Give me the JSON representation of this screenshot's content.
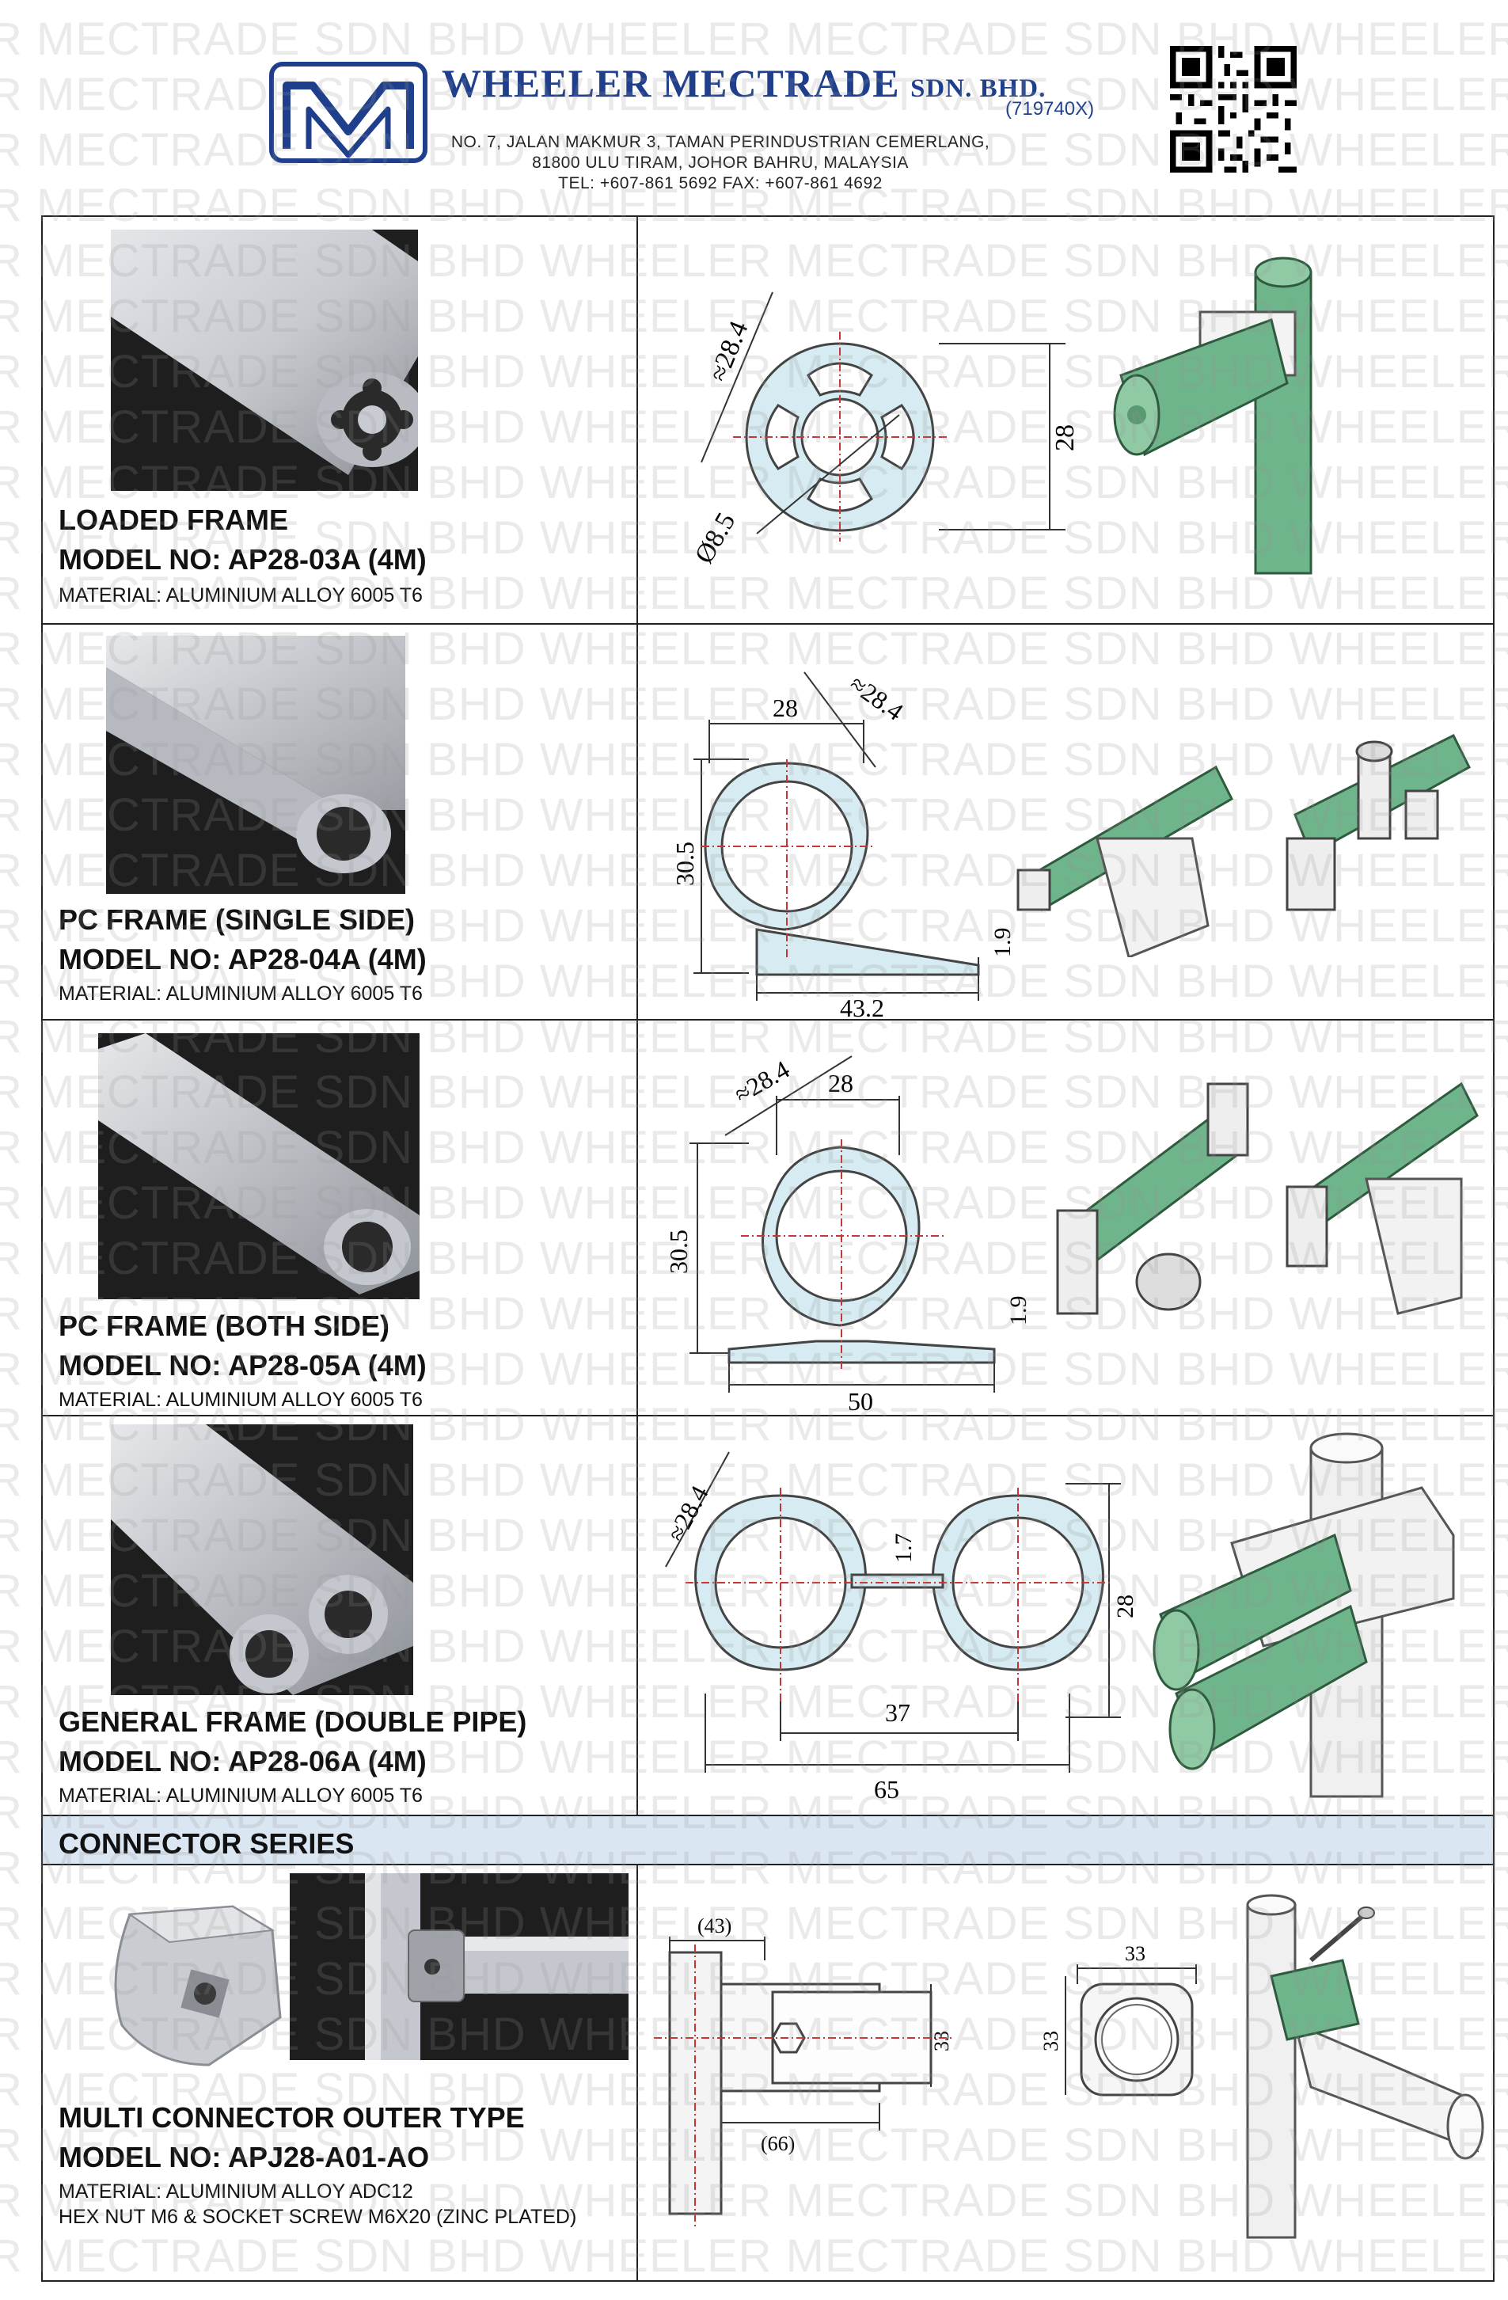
{
  "header": {
    "company_name": "WHEELER MECTRADE",
    "company_suffix": "SDN. BHD.",
    "registration": "(719740X)",
    "address_line1": "NO. 7, JALAN MAKMUR 3, TAMAN PERINDUSTRIAN CEMERLANG,",
    "address_line2": "81800 ULU TIRAM, JOHOR BAHRU, MALAYSIA",
    "contact": "TEL: +607-861 5692  FAX: +607-861 4692"
  },
  "watermark_text": "R MECTRADE SDN BHD  WHEELER MECTRADE SDN BHD  WHEELER MECTRADE SDN BHD  WHEELER MECTRADE SDN",
  "colors": {
    "brand_blue": "#1f3f8c",
    "section_bg": "#dbe6f3",
    "drawing_green": "#6fb58b",
    "profile_fill": "#d6ecf2"
  },
  "products": [
    {
      "name": "LOADED FRAME",
      "model": "MODEL NO: AP28-03A (4M)",
      "material": "MATERIAL: ALUMINIUM ALLOY 6005 T6",
      "dims": [
        "≈28.4",
        "28",
        "Ø8.5"
      ]
    },
    {
      "name": "PC FRAME (SINGLE SIDE)",
      "model": "MODEL NO: AP28-04A (4M)",
      "material": "MATERIAL: ALUMINIUM ALLOY 6005 T6",
      "dims": [
        "28",
        "≈28.4",
        "30.5",
        "1.9",
        "43.2"
      ]
    },
    {
      "name": "PC FRAME (BOTH SIDE)",
      "model": "MODEL NO: AP28-05A (4M)",
      "material": "MATERIAL: ALUMINIUM ALLOY 6005 T6",
      "dims": [
        "≈28.4",
        "28",
        "30.5",
        "1.9",
        "50"
      ]
    },
    {
      "name": "GENERAL FRAME (DOUBLE PIPE)",
      "model": "MODEL NO: AP28-06A (4M)",
      "material": "MATERIAL: ALUMINIUM ALLOY 6005 T6",
      "dims": [
        "≈28.4",
        "1.7",
        "28",
        "37",
        "65"
      ]
    }
  ],
  "section": {
    "title": "CONNECTOR SERIES"
  },
  "connector": {
    "name": "MULTI CONNECTOR OUTER TYPE",
    "model": "MODEL NO: APJ28-A01-AO",
    "material": "MATERIAL: ALUMINIUM ALLOY ADC12",
    "hardware": "HEX NUT M6 & SOCKET SCREW M6X20 (ZINC PLATED)",
    "dims": [
      "(43)",
      "33",
      "(66)",
      "33",
      "33"
    ]
  }
}
